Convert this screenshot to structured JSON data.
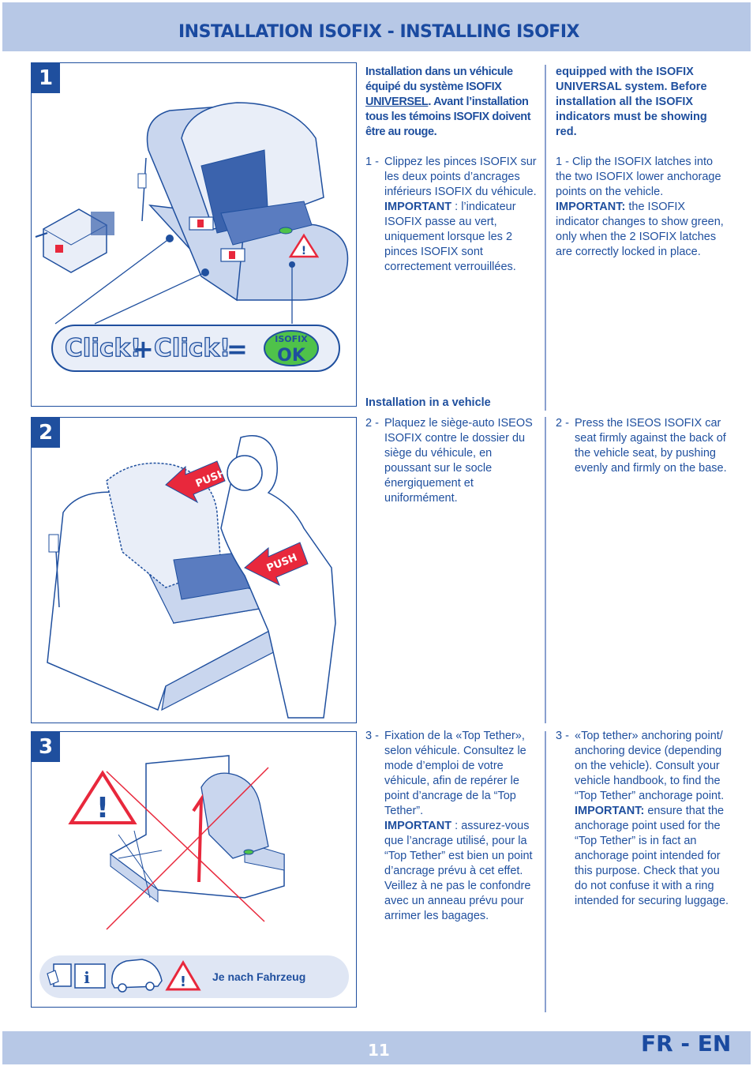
{
  "header": {
    "title": "INSTALLATION ISOFIX - INSTALLING ISOFIX"
  },
  "footer": {
    "page_number": "11",
    "language": "FR - EN"
  },
  "panels": {
    "p1": {
      "number": "1",
      "click1": "Click!",
      "plus": "+",
      "click2": "Click!",
      "equals": "=",
      "badge_top": "ISOFIX",
      "badge_bottom": "OK"
    },
    "p2": {
      "number": "2",
      "push1": "PUSH",
      "push2": "PUSH"
    },
    "p3": {
      "number": "3",
      "note": "Je nach Fahrzeug"
    }
  },
  "fr": {
    "intro_a": "Installation dans un véhicule équipé du système ISOFIX ",
    "intro_u": "UNIVERSEL",
    "intro_b": ". Avant l’installation tous les témoins ISOFIX doivent être au rouge.",
    "s1_num": "1 -",
    "s1_text": "Clippez les pinces ISOFIX sur les deux points d’ancrages inférieurs ISOFIX du véhicule.",
    "s1_imp": "IMPORTANT",
    "s1_imp_text": " : l’indicateur ISOFIX passe au vert, uniquement lorsque les 2 pinces ISOFIX sont correctement verrouillées.",
    "s2_num": "2 -",
    "s2_text": "Plaquez le siège-auto ISEOS ISOFIX contre le dossier du siège du véhicule, en poussant sur le socle énergiquement et uniformément.",
    "s3_num": "3 -",
    "s3_text": "Fixation de la «Top Tether», selon véhicule. Consultez le mode d’emploi de votre véhicule, afin de repérer le point d’ancrage de la “Top Tether”.",
    "s3_imp": "IMPORTANT",
    "s3_imp_text": " : assurez-vous que l’ancrage utilisé, pour la “Top Tether” est bien un point d’ancrage prévu à cet effet. Veillez à ne pas le confondre avec un anneau prévu pour arrimer les bagages."
  },
  "en": {
    "intro_head": "Installation in a vehicle",
    "intro": "equipped with the ISOFIX UNIVERSAL system. Before installation all the ISOFIX indicators must be showing red.",
    "s1_num": "1 -",
    "s1_text": "Clip the ISOFIX latches into the two ISOFIX lower anchorage points on the vehicle.",
    "s1_imp": "IMPORTANT:",
    "s1_imp_text": " the ISOFIX indicator changes to show green, only when the 2 ISOFIX latches are correctly locked in place.",
    "s2_num": "2 -",
    "s2_text": "Press the ISEOS ISOFIX car seat firmly against the back of the vehicle seat, by pushing evenly and firmly on the base.",
    "s3_num": "3 -",
    "s3_text": "«Top tether» anchoring point/ anchoring device (depending on the vehicle). Consult your vehicle handbook, to find the “Top Tether” anchorage point.",
    "s3_imp": "IMPORTANT:",
    "s3_imp_text": " ensure that the anchorage point used for the “Top Tether” is in fact an anchorage point intended for this purpose. Check that you do not confuse it with a ring intended for securing luggage."
  },
  "colors": {
    "blue": "#1f4f9e",
    "light_blue": "#b7c8e6",
    "red": "#e8283c",
    "green": "#4fc24a"
  },
  "icons": [
    "warning-icon",
    "handbook-icon",
    "car-icon",
    "isofix-latch-icon"
  ]
}
